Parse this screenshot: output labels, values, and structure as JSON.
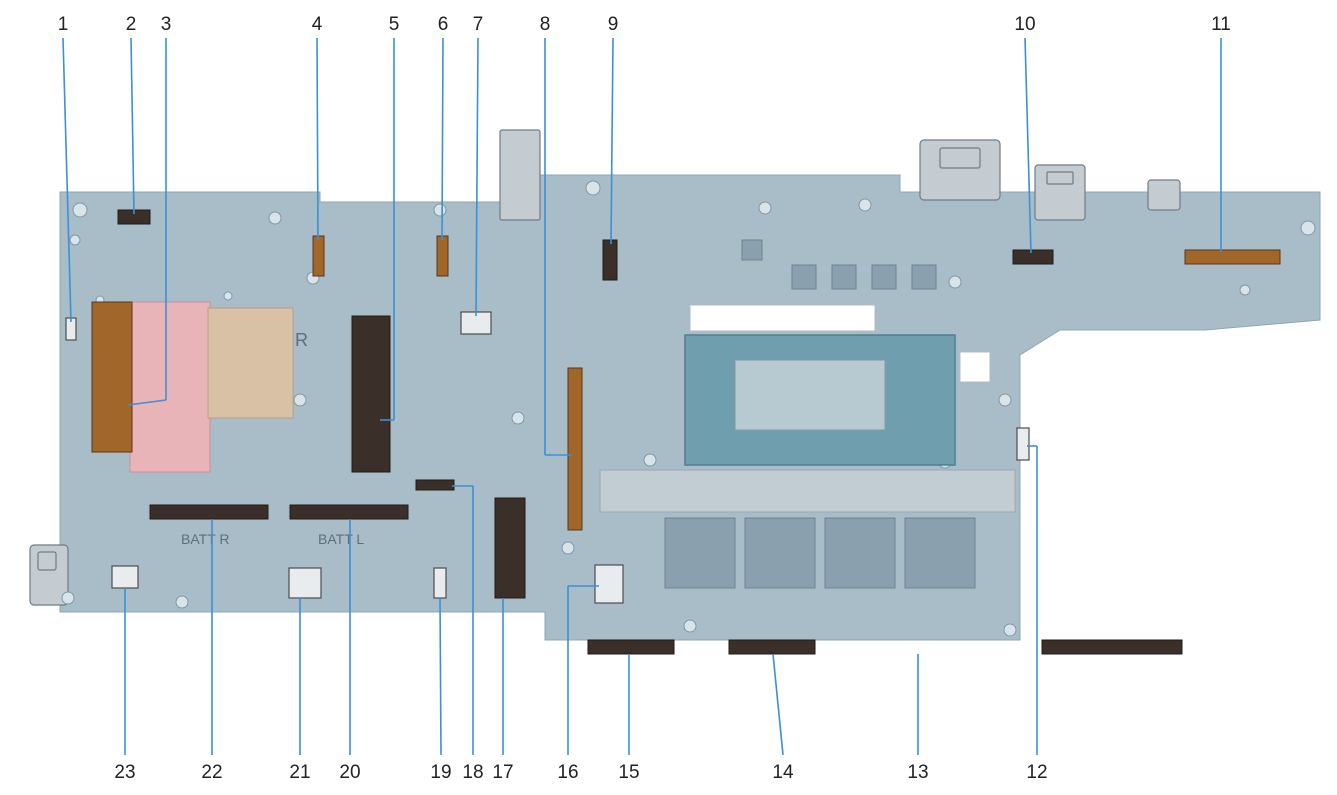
{
  "callouts": [
    "1",
    "2",
    "3",
    "4",
    "5",
    "6",
    "7",
    "8",
    "9",
    "10",
    "11",
    "12",
    "13",
    "14",
    "15",
    "16",
    "17",
    "18",
    "19",
    "20",
    "21",
    "22",
    "23"
  ],
  "silkscreen": {
    "batt_r": "BATT R",
    "batt_l": "BATT L",
    "side_r": "R"
  },
  "colors": {
    "board": "#a9bdc9",
    "leader": "#3d8fd6",
    "connector": "#3a3029",
    "thermal_pad": "#e8b4b8"
  }
}
